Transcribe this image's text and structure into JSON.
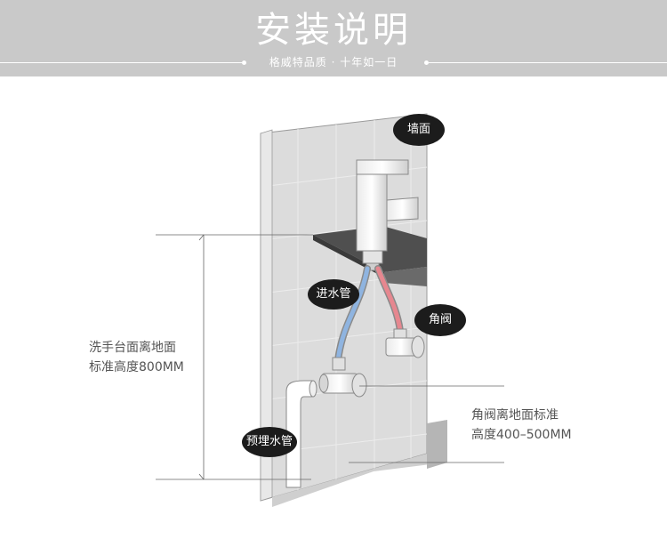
{
  "header": {
    "title": "安装说明",
    "subtitle": "格威特品质 · 十年如一日",
    "background": "#c9c9c9"
  },
  "diagram": {
    "callouts": {
      "wall": "墙面",
      "inlet_pipe": "进水管",
      "angle_valve": "角阀",
      "embedded_pipe": "预埋水管"
    },
    "labels": {
      "basin_height_line1": "洗手台面离地面",
      "basin_height_line2": "标准高度800MM",
      "valve_height_line1": "角阀离地面标准",
      "valve_height_line2": "高度400–500MM"
    },
    "colors": {
      "hot_pipe": "#e6878f",
      "cold_pipe": "#8fb4e0",
      "wall": "#dcdcdc",
      "counter": "#4a4a4a"
    }
  }
}
